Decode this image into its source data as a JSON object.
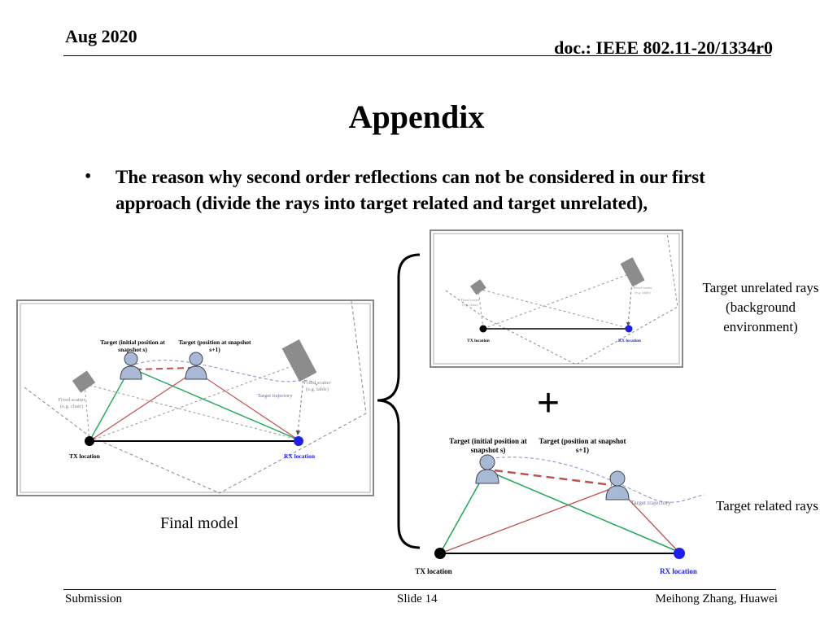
{
  "header": {
    "date": "Aug 2020",
    "doc_id": "doc.: IEEE 802.11-20/1334r0"
  },
  "title": "Appendix",
  "bullet": "The reason why second order reflections can not be considered in our first approach (divide the rays into target related and target unrelated),",
  "captions": {
    "unrelated": "Target unrelated rays (background environment)",
    "related": "Target related rays",
    "final": "Final model",
    "plus": "+"
  },
  "labels": {
    "target_initial": "Target (initial position at snapshot s)",
    "target_next": "Target (position at snapshot s+1)",
    "target_initial_1": "Target (initial position at",
    "target_initial_2": "snapshot s)",
    "target_next_1": "Target (position at snapshot",
    "target_next_2": "s+1)",
    "fixed_scatter_table_1": "Fixed scatter",
    "fixed_scatter_table_2": "(e.g. table)",
    "fixed_scatter_chair_1": "Fixed scatter",
    "fixed_scatter_chair_2": "(e.g. chair)",
    "trajectory": "Target trajectory",
    "tx": "TX location",
    "rx": "RX location"
  },
  "colors": {
    "green_ray": "#1aaa55",
    "red_ray": "#c0504d",
    "rx_blue": "#1e1ef0",
    "trajectory": "#8888cc",
    "scatter_gray": "#8c8c8c"
  },
  "footer": {
    "submission": "Submission",
    "slide": "Slide 14",
    "author": "Meihong Zhang, Huawei"
  }
}
